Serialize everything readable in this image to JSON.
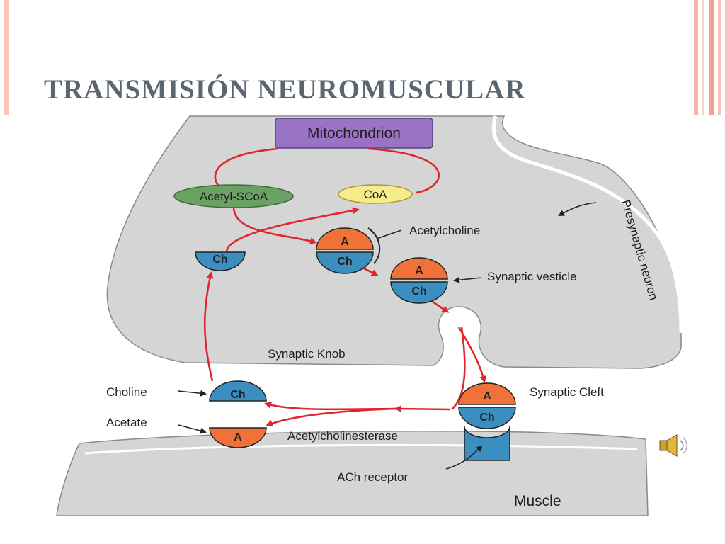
{
  "slide": {
    "title": "TRANSMISIÓN NEUROMUSCULAR"
  },
  "diagram": {
    "mitochondrion": "Mitochondrion",
    "acetyl_scoa": "Acetyl-SCoA",
    "coa": "CoA",
    "acetylcholine": "Acetylcholine",
    "synaptic_vesicle": "Synaptic vesticle",
    "presynaptic_neuron": "Presynaptic neuron",
    "synaptic_knob": "Synaptic Knob",
    "synaptic_cleft": "Synaptic Cleft",
    "choline": "Choline",
    "acetate": "Acetate",
    "acetylcholinesterase": "Acetylcholinesterase",
    "ach_receptor": "ACh receptor",
    "muscle": "Muscle",
    "a_short": "A",
    "ch_short": "Ch"
  },
  "colors": {
    "membrane": "#d4d4d4",
    "arrow": "#e0262c",
    "orange": "#f07238",
    "blue": "#3b8ec0",
    "mitochondrion_fill": "#9a74c4",
    "acetyl_fill": "#6aa263",
    "coa_fill": "#f7ec8a"
  },
  "icons": {
    "audio": "speaker-icon"
  }
}
